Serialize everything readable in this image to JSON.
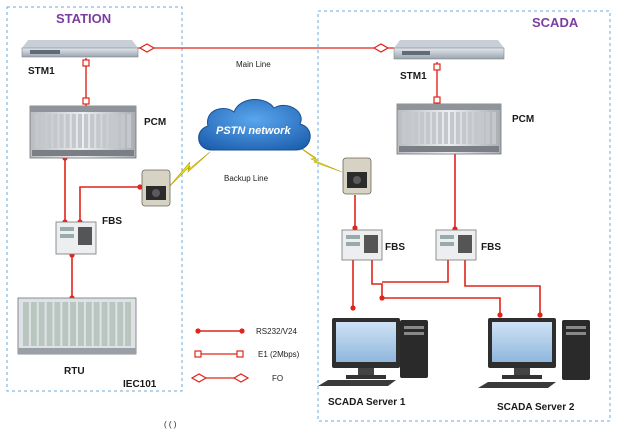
{
  "regions": {
    "station_title": "STATION",
    "scada_title": "SCADA"
  },
  "labels": {
    "stm1_left": "STM1",
    "stm1_right": "STM1",
    "pcm_left": "PCM",
    "pcm_right": "PCM",
    "fbs_left": "FBS",
    "fbs_mid": "FBS",
    "fbs_right": "FBS",
    "rtu": "RTU",
    "iec": "IEC101",
    "main_line": "Main Line",
    "backup_line": "Backup Line",
    "pstn": "PSTN network",
    "server1": "SCADA Server 1",
    "server2": "SCADA Server 2",
    "stray": "(  (     )"
  },
  "legend": [
    {
      "label": "RS232/V24",
      "marker": "filled-dot"
    },
    {
      "label": "E1 (2Mbps)",
      "marker": "open-square"
    },
    {
      "label": "FO",
      "marker": "open-diamond"
    }
  ],
  "colors": {
    "link": "#e0241b",
    "region_border": "#6fa8dc",
    "region_title": "#7a3ea0",
    "cloud": "#2a78c8",
    "lightning": "#f0e020"
  }
}
